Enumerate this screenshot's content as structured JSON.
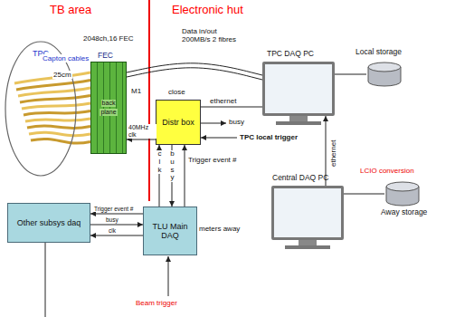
{
  "diagram": {
    "nodes": [
      {
        "text": [
          "TPC"
        ]
      },
      {
        "text": [
          "FEC",
          "back",
          "plane"
        ]
      },
      {
        "text": [
          "TPC DAQ PC"
        ]
      },
      {
        "text": [
          "Local storage"
        ]
      },
      {
        "text": [
          "Distr box"
        ]
      },
      {
        "text": [
          "Central DAQ PC"
        ]
      },
      {
        "text": [
          "Away storage"
        ]
      },
      {
        "text": [
          "Other subsys daq"
        ]
      },
      {
        "text": [
          "TLU Main DAQ"
        ]
      }
    ],
    "edges": [
      {
        "from": 1,
        "to": 2,
        "arrow": "none",
        "label": "Data in/out 200MB/s 2 fibres"
      },
      {
        "from": 4,
        "to": 1,
        "arrow": "to",
        "label": "40MHz clk"
      },
      {
        "from": 4,
        "to": 2,
        "arrow": "none",
        "label": "ethernet"
      },
      {
        "from": 2,
        "to": 3,
        "arrow": "none"
      },
      {
        "from": 5,
        "to": 2,
        "arrow": "to",
        "label": "ethernet"
      },
      {
        "from": 5,
        "to": 6,
        "arrow": "none"
      },
      {
        "from": 8,
        "to": 4,
        "arrow": "to",
        "label": "clk"
      },
      {
        "from": 4,
        "to": 8,
        "arrow": "to",
        "label": "busy"
      },
      {
        "from": 8,
        "to": 4,
        "arrow": "to",
        "label": "Trigger event #"
      },
      {
        "from": 8,
        "to": 7,
        "arrow": "to",
        "label": "Trigger event #"
      },
      {
        "from": 7,
        "to": 8,
        "arrow": "to",
        "label": "busy"
      },
      {
        "from": 8,
        "to": 7,
        "arrow": "to",
        "label": "clk"
      }
    ],
    "labels": [
      "TB area",
      "Electronic hut",
      "2048ch,16 FEC",
      "Capton cables",
      "25cm",
      "M1",
      "close",
      "busy",
      "TPC local trigger",
      "meters away",
      "Beam trigger",
      "LCIO conversion"
    ]
  }
}
